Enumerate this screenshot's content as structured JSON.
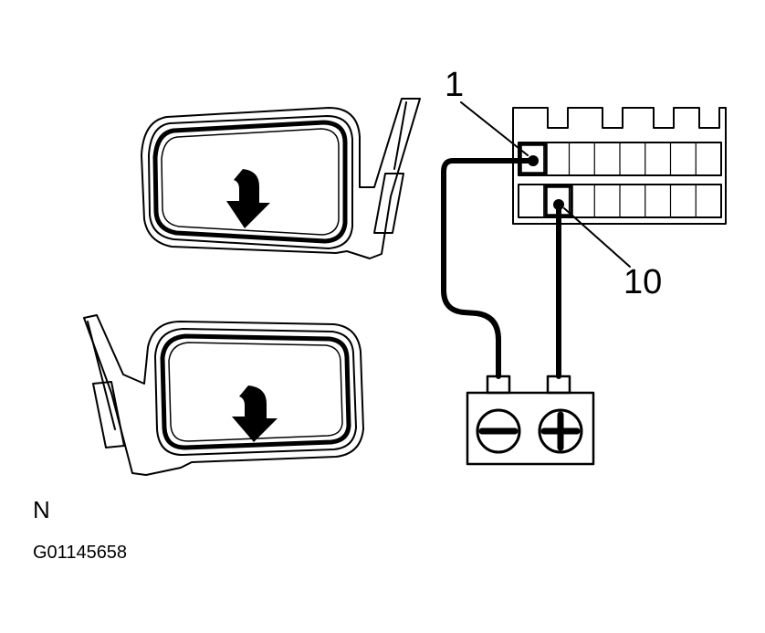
{
  "diagram": {
    "pin_label_top": "1",
    "pin_label_bottom": "10",
    "view_letter": "N",
    "figure_code": "G01145658",
    "battery": {
      "negative_symbol": "minus-symbol",
      "positive_symbol": "plus-symbol"
    },
    "mirrors": [
      {
        "name": "upper-mirror",
        "arrow": "down"
      },
      {
        "name": "lower-mirror",
        "arrow": "down"
      }
    ],
    "connector": {
      "rows": 2,
      "cells_per_row": 8,
      "wired_pins": [
        "1",
        "10"
      ]
    }
  }
}
